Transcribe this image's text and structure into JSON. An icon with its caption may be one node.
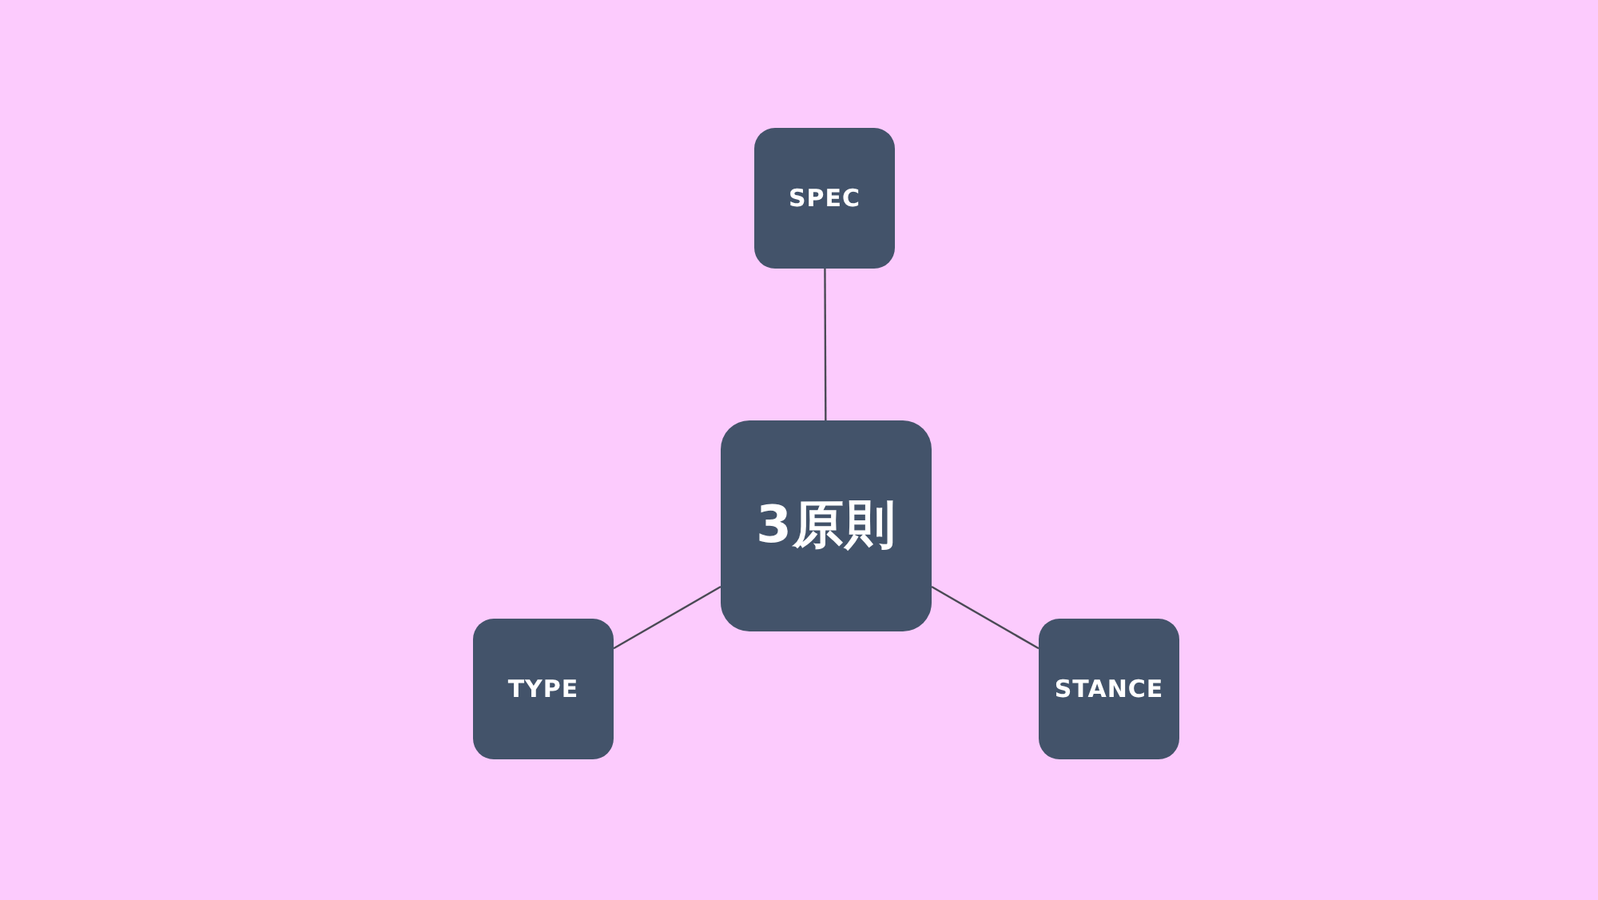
{
  "diagram": {
    "nodes": [
      {
        "text": [
          "SPEC"
        ]
      },
      {
        "text": [
          "3原則"
        ]
      },
      {
        "text": [
          "TYPE"
        ]
      },
      {
        "text": [
          "STANCE"
        ]
      }
    ],
    "edges": [
      {
        "from": 1,
        "to": 0,
        "arrow": "none"
      },
      {
        "from": 1,
        "to": 2,
        "arrow": "none"
      },
      {
        "from": 1,
        "to": 3,
        "arrow": "none"
      }
    ]
  }
}
